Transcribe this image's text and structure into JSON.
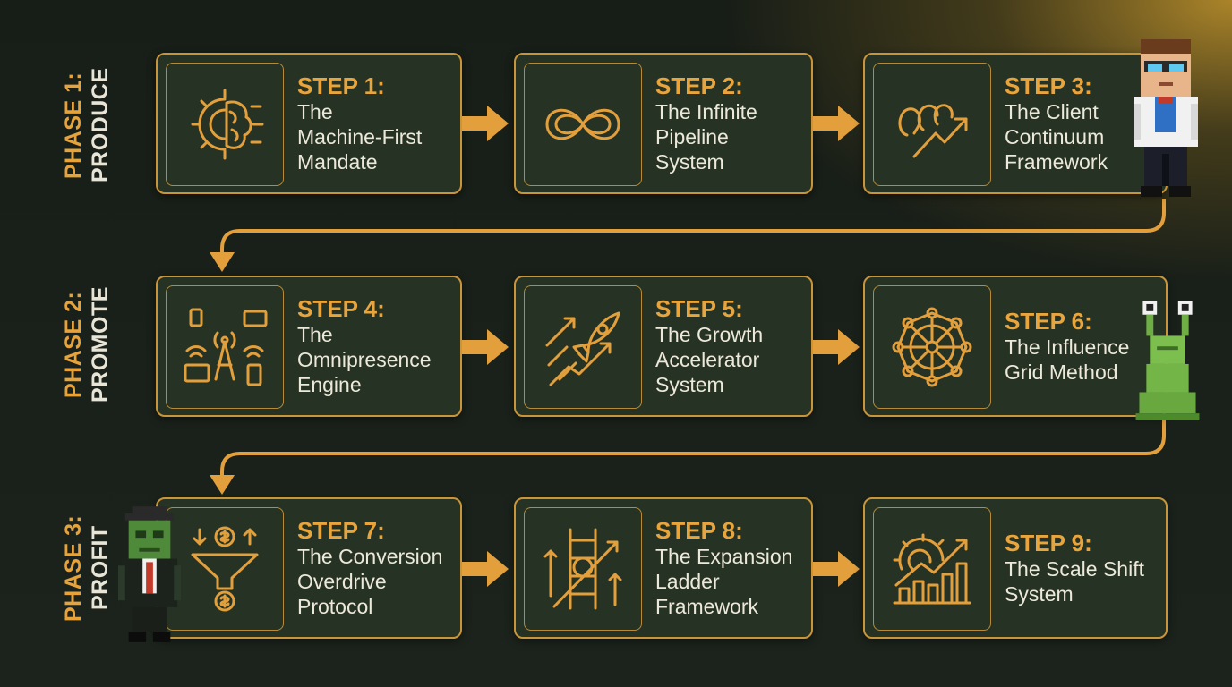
{
  "phases": [
    {
      "num": "PHASE 1:",
      "name": "PRODUCE"
    },
    {
      "num": "PHASE 2:",
      "name": "PROMOTE"
    },
    {
      "num": "PHASE 3:",
      "name": "PROFIT"
    }
  ],
  "steps": [
    {
      "num": "STEP 1:",
      "title": "The\nMachine-First\nMandate",
      "icon": "gear-brain-icon"
    },
    {
      "num": "STEP 2:",
      "title": "The Infinite\nPipeline\nSystem",
      "icon": "infinity-icon"
    },
    {
      "num": "STEP 3:",
      "title": "The Client\nContinuum\nFramework",
      "icon": "people-growth-icon"
    },
    {
      "num": "STEP 4:",
      "title": "The\nOmnipresence\nEngine",
      "icon": "devices-broadcast-icon"
    },
    {
      "num": "STEP 5:",
      "title": "The Growth\nAccelerator\nSystem",
      "icon": "rocket-icon"
    },
    {
      "num": "STEP 6:",
      "title": "The Influence\nGrid Method",
      "icon": "network-grid-icon"
    },
    {
      "num": "STEP 7:",
      "title": "The Conversion\nOverdrive\nProtocol",
      "icon": "funnel-icon"
    },
    {
      "num": "STEP 8:",
      "title": "The Expansion\nLadder\nFramework",
      "icon": "ladder-icon"
    },
    {
      "num": "STEP 9:",
      "title": "The Scale Shift\nSystem",
      "icon": "gear-chart-icon"
    }
  ],
  "colors": {
    "accent": "#e29f3c",
    "card": "#263324",
    "border": "#c9953a",
    "text": "#ece8da"
  }
}
